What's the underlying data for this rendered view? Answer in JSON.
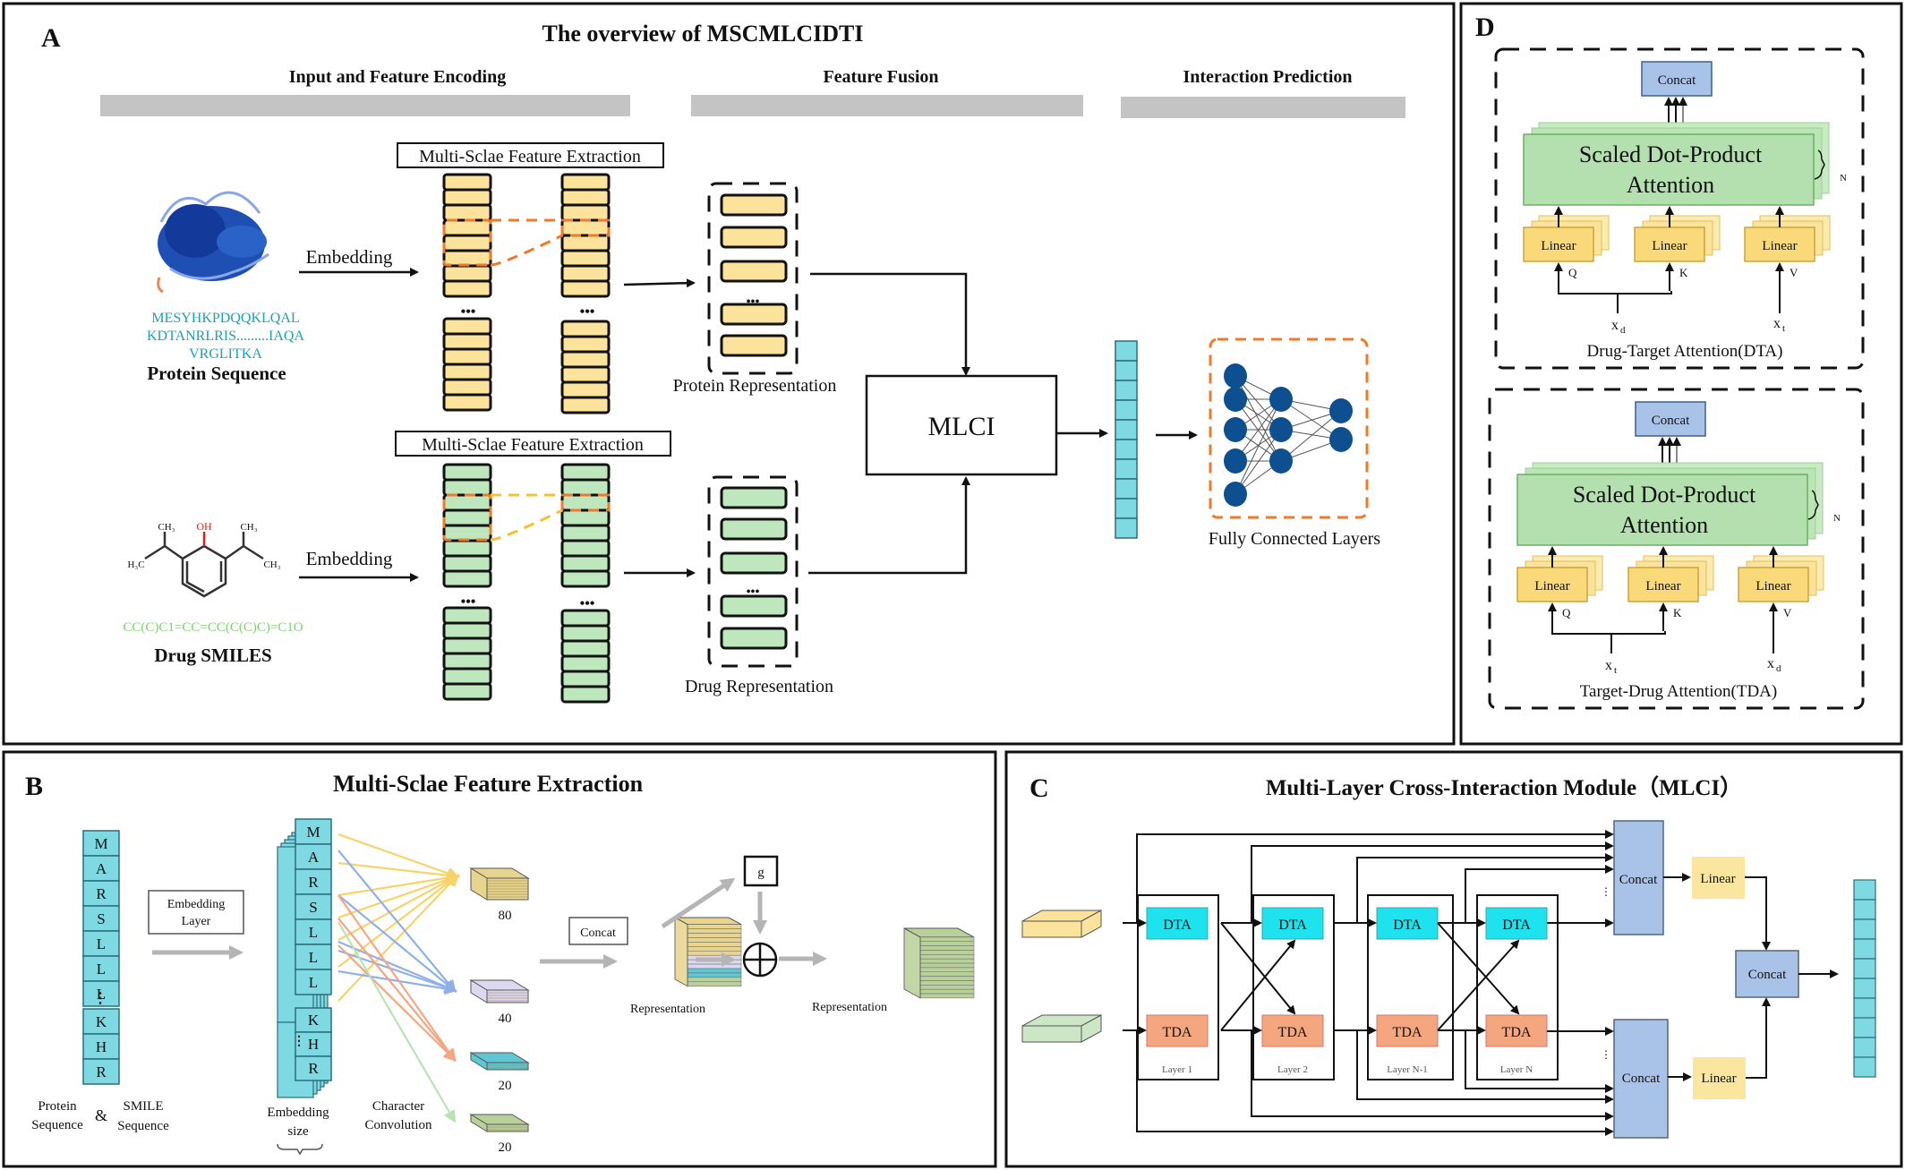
{
  "panelA": {
    "letter": "A",
    "title": "The overview of MSCMLCIDTI",
    "stages": [
      "Input and Feature Encoding",
      "Feature Fusion",
      "Interaction Prediction"
    ],
    "protein": {
      "sequence_lines": [
        "MESYHKPDQQKLQAL",
        "KDTANRLRIS.........IAQA",
        "VRGLITKA"
      ],
      "label": "Protein Sequence"
    },
    "drug": {
      "smiles": "CC(C)C1=CC=CC(C(C)C)=C1O",
      "label": "Drug SMILES",
      "atoms": {
        "oh": "OH",
        "ch3": "CH₃",
        "h3c": "H₃C"
      }
    },
    "embedding_label": "Embedding",
    "msfe_label": "Multi-Sclae Feature Extraction",
    "ellipsis": "•••",
    "protein_repr_label": "Protein Representation",
    "drug_repr_label": "Drug Representation",
    "mlci_label": "MLCI",
    "fc_label": "Fully Connected Layers",
    "colors": {
      "protein": "#fbe39b",
      "drug": "#bfe7bd",
      "highlight": "#f07a2a",
      "neuron": "#0d4f8f",
      "vector": "#7fd9e3",
      "seq_text": "#1aa3b0",
      "smiles_text": "#7ed36f"
    }
  },
  "panelB": {
    "letter": "B",
    "title": "Multi-Sclae Feature Extraction",
    "sequence_top": [
      "M",
      "A",
      "R",
      "S",
      "L",
      "L",
      "L"
    ],
    "sequence_bottom": [
      "K",
      "H",
      "R"
    ],
    "vdots": "⋮",
    "protein_seq_label": [
      "Protein",
      "Sequence"
    ],
    "amp": "&",
    "smile_seq_label": [
      "SMILE",
      "Sequence"
    ],
    "embedding_layer_label": [
      "Embedding",
      "Layer"
    ],
    "embedding_size_label": [
      "Embedding",
      "size"
    ],
    "char_conv_label": [
      "Character",
      "Convolution"
    ],
    "feature_maps": [
      {
        "count": "80",
        "color": "#e7d48e"
      },
      {
        "count": "40",
        "color": "#dcd8ef"
      },
      {
        "count": "20",
        "color": "#5fc6d3"
      },
      {
        "count": "20",
        "color": "#b9d09a"
      }
    ],
    "concat_label": "Concat",
    "gate_label": "g",
    "repr_label_1": "Representation",
    "repr_label_2": "Representation"
  },
  "panelC": {
    "letter": "C",
    "title": "Multi-Layer Cross-Interaction  Module（MLCI）",
    "layers": [
      {
        "label": "Layer 1",
        "dta": "DTA",
        "tda": "TDA"
      },
      {
        "label": "Layer 2",
        "dta": "DTA",
        "tda": "TDA"
      },
      {
        "label": "Layer N-1",
        "dta": "DTA",
        "tda": "TDA"
      },
      {
        "label": "Layer N",
        "dta": "DTA",
        "tda": "TDA"
      }
    ],
    "concat_label": "Concat",
    "linear_label": "Linear",
    "colors": {
      "dta": "#1ee3ee",
      "tda": "#f4a77e",
      "concat": "#a9c3e8",
      "linear": "#fbe6a0"
    }
  },
  "panelD": {
    "letter": "D",
    "blocks": [
      {
        "concat": "Concat",
        "sdpa": [
          "Scaled Dot-Product",
          "Attention"
        ],
        "n": "N",
        "linear": "Linear",
        "q": "Q",
        "k": "K",
        "v": "V",
        "in_left": "x",
        "in_left_sub": "d",
        "in_right": "x",
        "in_right_sub": "t",
        "caption": "Drug-Target Attention(DTA)"
      },
      {
        "concat": "Concat",
        "sdpa": [
          "Scaled Dot-Product",
          "Attention"
        ],
        "n": "N",
        "linear": "Linear",
        "q": "Q",
        "k": "K",
        "v": "V",
        "in_left": "x",
        "in_left_sub": "t",
        "in_right": "x",
        "in_right_sub": "d",
        "caption": "Target-Drug Attention(TDA)"
      }
    ]
  }
}
